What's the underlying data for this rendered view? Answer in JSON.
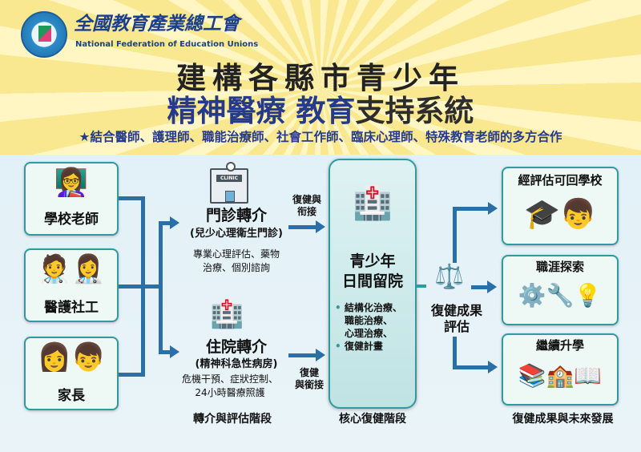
{
  "header": {
    "org_name_cn": "全國教育產業總工會",
    "org_name_en": "National Federation of Education Unions",
    "title_line1": "建構各縣市青少年",
    "title_line2_a": "精神醫療 教育",
    "title_line2_b": "支持系統",
    "subtitle": "★結合醫師、護理師、職能治療師、社會工作師、臨床心理師、特殊教育老師的多方合作"
  },
  "sources": [
    {
      "label": "學校老師",
      "icon": "teacher-icon"
    },
    {
      "label": "醫護社工",
      "icon": "medical-staff-icon"
    },
    {
      "label": "家長",
      "icon": "parent-child-icon"
    }
  ],
  "referral": {
    "outpatient": {
      "title": "門診轉介",
      "subtitle": "(兒少心理衛生門診)",
      "desc1": "專業心理評估、藥物",
      "desc2": "治療、個別諮詢",
      "clinic_sign": "CLINIC"
    },
    "inpatient": {
      "title": "住院轉介",
      "subtitle": "(精神科急性病房)",
      "desc1": "危機干預、症狀控制、",
      "desc2": "24小時醫療照護"
    },
    "arrow1_a": "復健與",
    "arrow1_b": "衔接",
    "arrow2_a": "復健",
    "arrow2_b": "與銜接",
    "stage": "轉介與評估階段"
  },
  "core": {
    "title1": "青少年",
    "title2": "日間留院",
    "items": [
      "結構化治療、",
      "職能治療、",
      "心理治療、",
      "復健計畫"
    ],
    "stage": "核心復健階段"
  },
  "evaluation": {
    "label1": "復健成果",
    "label2": "評估"
  },
  "outcomes": [
    {
      "label": "經評估可回學校"
    },
    {
      "label": "職涯探索"
    },
    {
      "label": "繼續升學"
    }
  ],
  "outcome_stage": "復健成果與未來發展"
}
